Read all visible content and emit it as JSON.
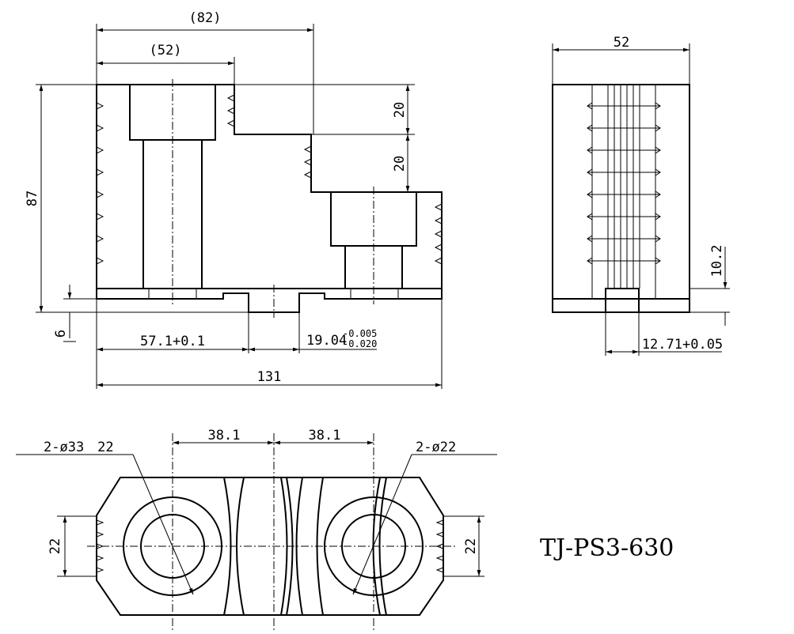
{
  "front_view": {
    "dim_overall_length": "(82)",
    "dim_bore_width": "(52)",
    "dim_step_upper": "20",
    "dim_step_lower": "20",
    "dim_height": "87",
    "dim_base": "6",
    "dim_key_offset": "57.1+0.1",
    "dim_key_width_base": "19.04",
    "dim_key_width_upper_tol": "-0.005",
    "dim_key_width_lower_tol": "-0.020",
    "dim_total_length": "131"
  },
  "side_view": {
    "dim_width": "52",
    "dim_key_height": "10.2",
    "dim_key_width": "12.71+0.05"
  },
  "top_view": {
    "dim_pitch_left": "38.1",
    "dim_pitch_right": "38.1",
    "label_counterbore": "2-ø33　22",
    "label_hole": "2-ø22",
    "dim_end_left": "22",
    "dim_end_right": "22"
  },
  "model_number": "TJ-PS3-630"
}
